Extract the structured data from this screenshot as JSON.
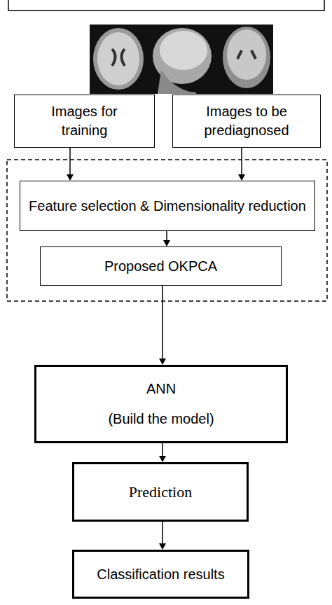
{
  "diagram": {
    "nodes": [
      {
        "text": [
          "Images for training"
        ]
      },
      {
        "text": [
          "Images to be prediagnosed"
        ]
      },
      {
        "text": [
          "Feature selection & Dimensionality reduction"
        ]
      },
      {
        "text": [
          "Proposed OKPCA"
        ]
      },
      {
        "text": [
          "ANN",
          "(Build the model)"
        ]
      },
      {
        "text": [
          "Prediction"
        ]
      },
      {
        "text": [
          "Classification results"
        ]
      }
    ],
    "edges": [
      {
        "from": 0,
        "to": 2,
        "arrow": "to"
      },
      {
        "from": 1,
        "to": 2,
        "arrow": "to"
      },
      {
        "from": 2,
        "to": 3,
        "arrow": "to"
      },
      {
        "from": 3,
        "to": 4,
        "arrow": "to"
      },
      {
        "from": 4,
        "to": 5,
        "arrow": "to"
      },
      {
        "from": 5,
        "to": 6,
        "arrow": "to"
      }
    ]
  }
}
